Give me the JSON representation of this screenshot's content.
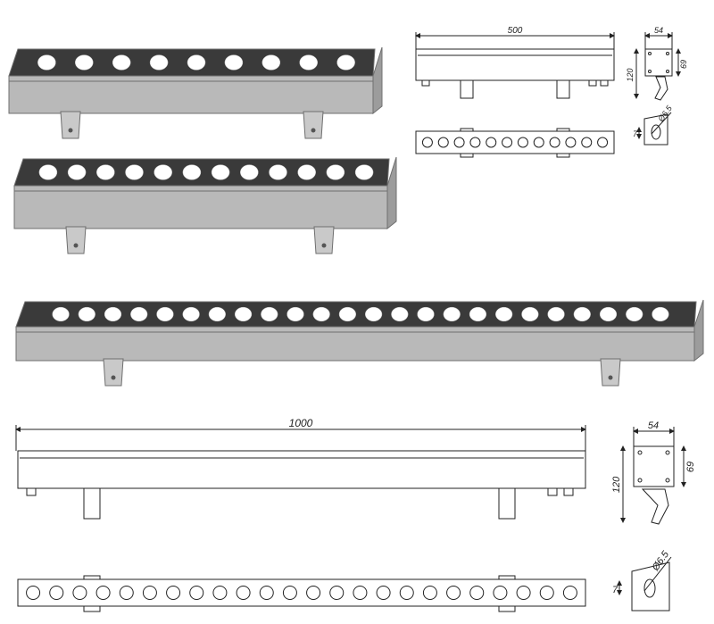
{
  "colors": {
    "housing_side": "#9c9c9c",
    "housing_front": "#b9b9b9",
    "housing_edge": "#6f6f6f",
    "lens_panel": "#3a3a3a",
    "lens": "#ffffff",
    "bracket": "#c9c9c9",
    "drawing_line": "#222222"
  },
  "fixtures": [
    {
      "name": "fixture-9-led",
      "led_count": 9
    },
    {
      "name": "fixture-12-led",
      "led_count": 12
    },
    {
      "name": "fixture-24-led",
      "led_count": 24
    }
  ],
  "drawings": {
    "small": {
      "length_label": "500",
      "width_label": "54",
      "height_label": "120",
      "body_height_label": "69",
      "hole_label": "Ø6.5",
      "offset_label": "7",
      "led_count": 12
    },
    "large": {
      "length_label": "1000",
      "width_label": "54",
      "height_label": "120",
      "body_height_label": "69",
      "hole_label": "Ø6.5",
      "offset_label": "7",
      "led_count": 24
    }
  }
}
